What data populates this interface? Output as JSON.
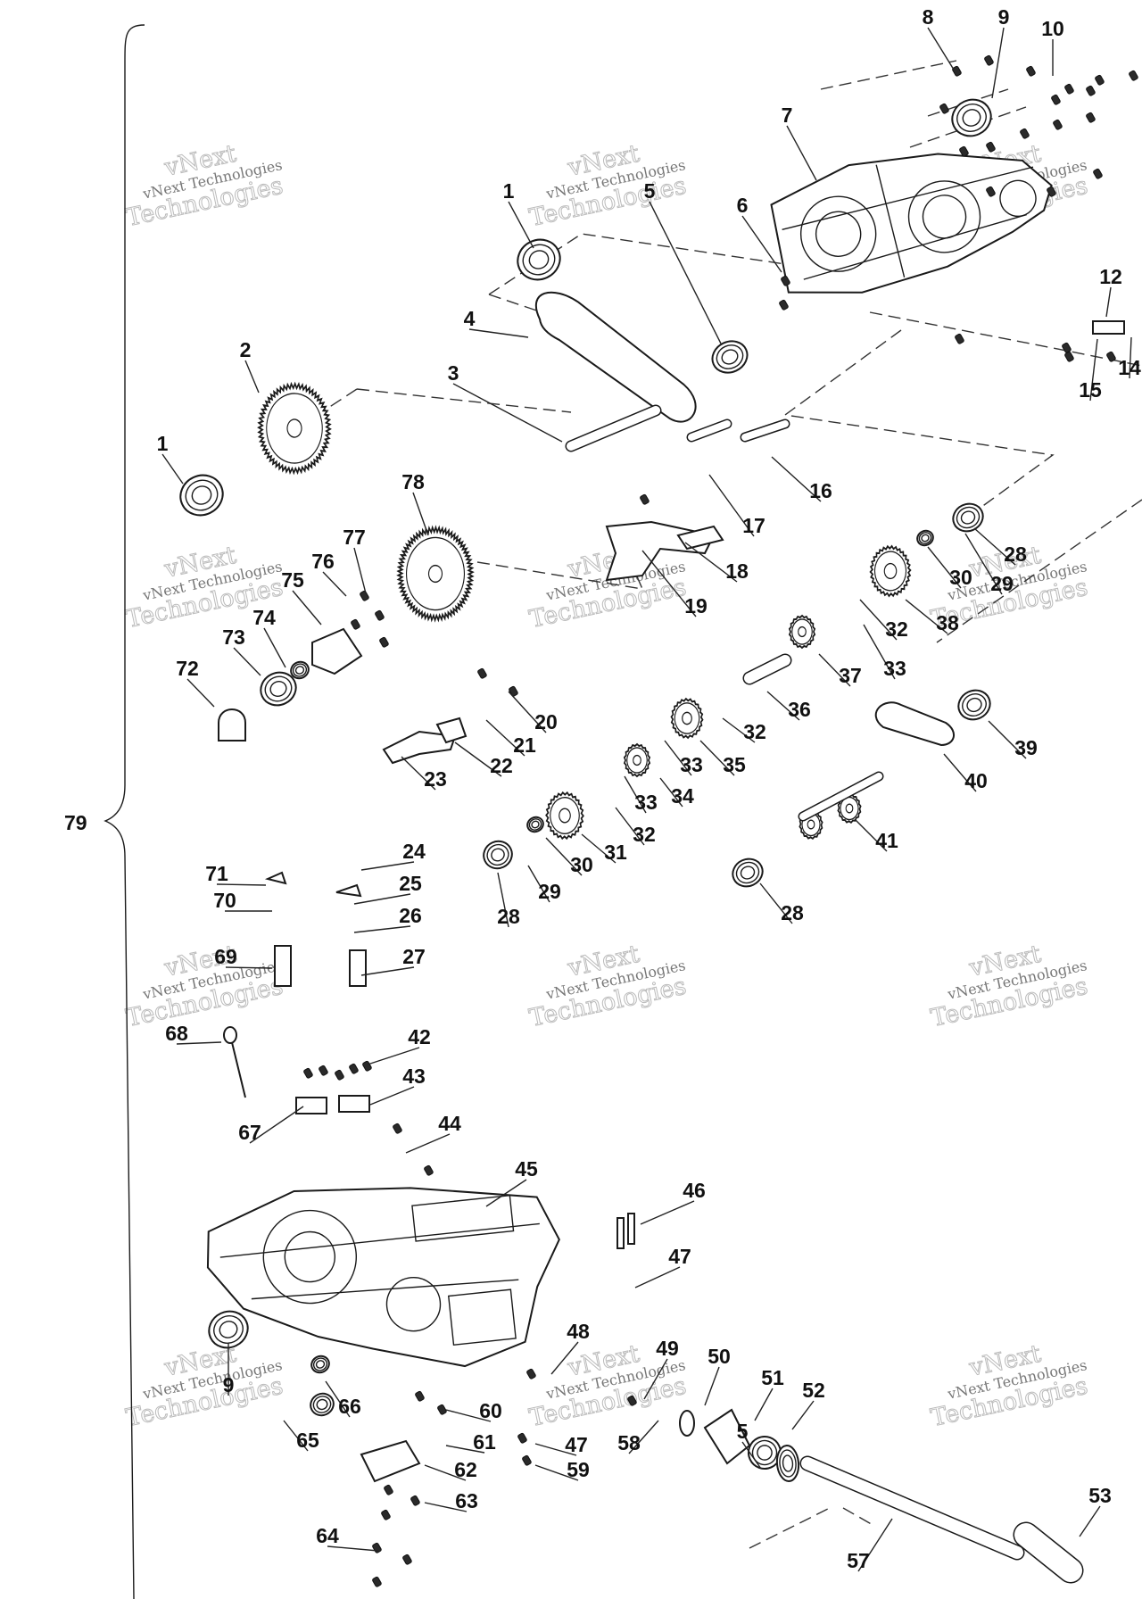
{
  "diagram": {
    "group_label": "79",
    "callouts": [
      "1",
      "1",
      "2",
      "3",
      "4",
      "5",
      "5",
      "6",
      "7",
      "8",
      "9",
      "9",
      "10",
      "12",
      "14",
      "15",
      "16",
      "17",
      "18",
      "19",
      "20",
      "21",
      "22",
      "23",
      "24",
      "25",
      "26",
      "27",
      "28",
      "28",
      "28",
      "29",
      "29",
      "30",
      "30",
      "31",
      "32",
      "32",
      "32",
      "33",
      "33",
      "33",
      "34",
      "35",
      "36",
      "37",
      "38",
      "39",
      "40",
      "41",
      "42",
      "43",
      "44",
      "45",
      "46",
      "47",
      "47",
      "48",
      "49",
      "50",
      "51",
      "52",
      "53",
      "57",
      "58",
      "59",
      "60",
      "61",
      "62",
      "63",
      "64",
      "65",
      "66",
      "67",
      "68",
      "69",
      "70",
      "71",
      "72",
      "73",
      "74",
      "75",
      "76",
      "77",
      "78"
    ],
    "watermark": {
      "line1": "vNext Technologies",
      "line2": "vNext",
      "line3": "Technologies"
    }
  }
}
